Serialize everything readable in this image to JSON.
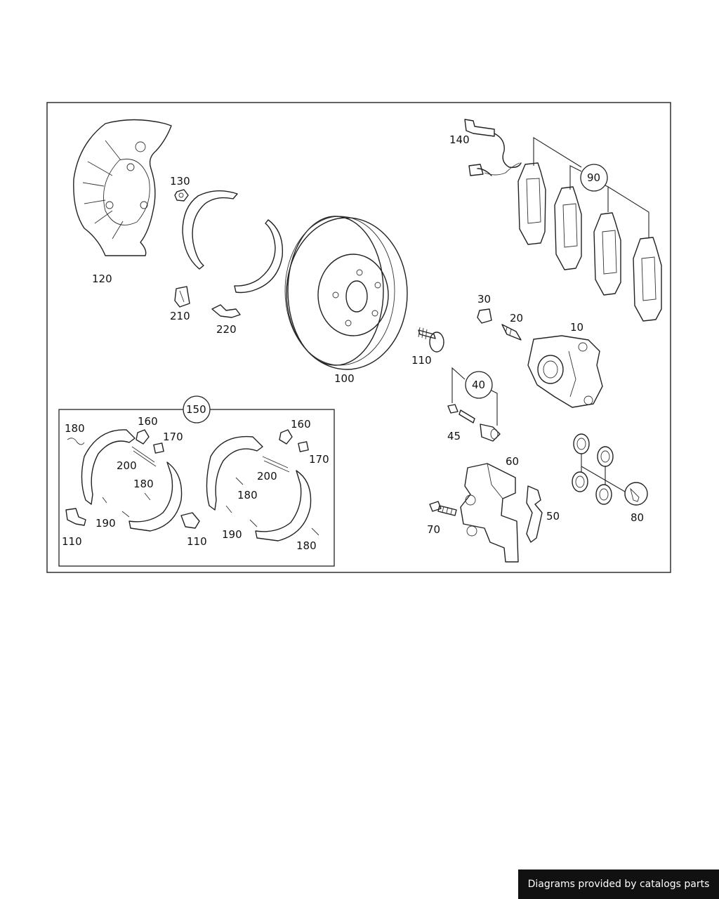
{
  "callouts": {
    "c10": "10",
    "c20": "20",
    "c30": "30",
    "c40": "40",
    "c45": "45",
    "c50": "50",
    "c60": "60",
    "c70": "70",
    "c80": "80",
    "c90": "90",
    "c100": "100",
    "c110a": "110",
    "c110b": "110",
    "c110c": "110",
    "c120": "120",
    "c130": "130",
    "c140": "140",
    "c150": "150",
    "c160a": "160",
    "c160b": "160",
    "c170a": "170",
    "c170b": "170",
    "c180a": "180",
    "c180b": "180",
    "c180c": "180",
    "c180d": "180",
    "c190a": "190",
    "c190b": "190",
    "c200a": "200",
    "c200b": "200",
    "c210": "210",
    "c220": "220"
  },
  "footer": {
    "text": "Diagrams provided by catalogs parts"
  },
  "colors": {
    "line": "#222222",
    "background": "#ffffff",
    "footer_bg": "#111111",
    "footer_text": "#ffffff"
  }
}
